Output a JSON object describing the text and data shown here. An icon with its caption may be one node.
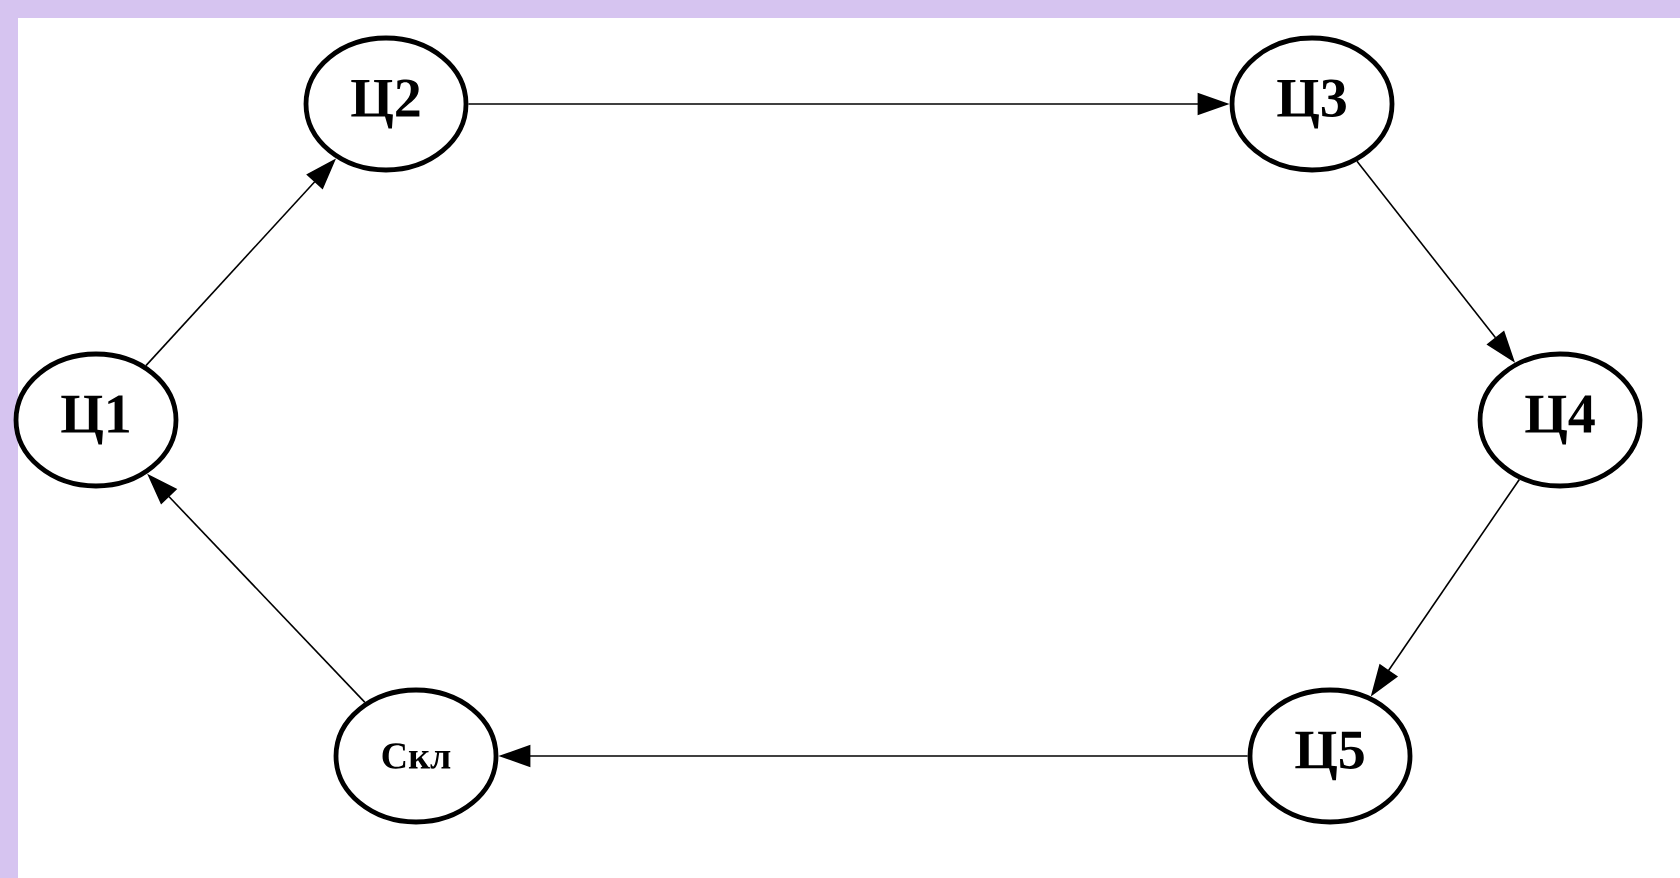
{
  "diagram": {
    "nodes": [
      {
        "text": [
          "Ц1"
        ]
      },
      {
        "text": [
          "Ц2"
        ]
      },
      {
        "text": [
          "Ц3"
        ]
      },
      {
        "text": [
          "Ц4"
        ]
      },
      {
        "text": [
          "Ц5"
        ]
      },
      {
        "text": [
          "Скл"
        ]
      }
    ],
    "edges": [
      {
        "from": 0,
        "to": 1,
        "arrow": "to"
      },
      {
        "from": 1,
        "to": 2,
        "arrow": "to"
      },
      {
        "from": 2,
        "to": 3,
        "arrow": "to"
      },
      {
        "from": 3,
        "to": 4,
        "arrow": "to"
      },
      {
        "from": 4,
        "to": 5,
        "arrow": "to"
      },
      {
        "from": 5,
        "to": 0,
        "arrow": "to"
      }
    ]
  }
}
